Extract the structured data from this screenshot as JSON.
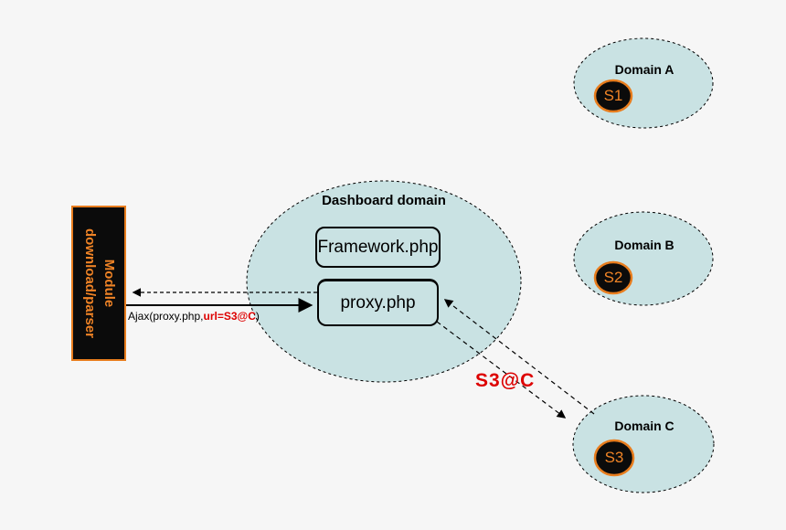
{
  "colors": {
    "background": "#f6f6f6",
    "domain_fill": "#c9e2e3",
    "outline_black": "#000000",
    "server_fill": "#0b0b0b",
    "accent_orange": "#ef8326",
    "accent_red": "#dd0000"
  },
  "dashboard": {
    "title": "Dashboard domain",
    "framework_label": "Framework.php",
    "proxy_label": "proxy.php"
  },
  "module": {
    "line1": "Module",
    "line2": "download/parser"
  },
  "ajax_call": {
    "prefix": "Ajax(proxy.php,",
    "highlight": "url=S3@C",
    "suffix": ")"
  },
  "response_label": "S3@C",
  "domains": [
    {
      "name": "Domain A",
      "server": "S1"
    },
    {
      "name": "Domain B",
      "server": "S2"
    },
    {
      "name": "Domain C",
      "server": "S3"
    }
  ]
}
